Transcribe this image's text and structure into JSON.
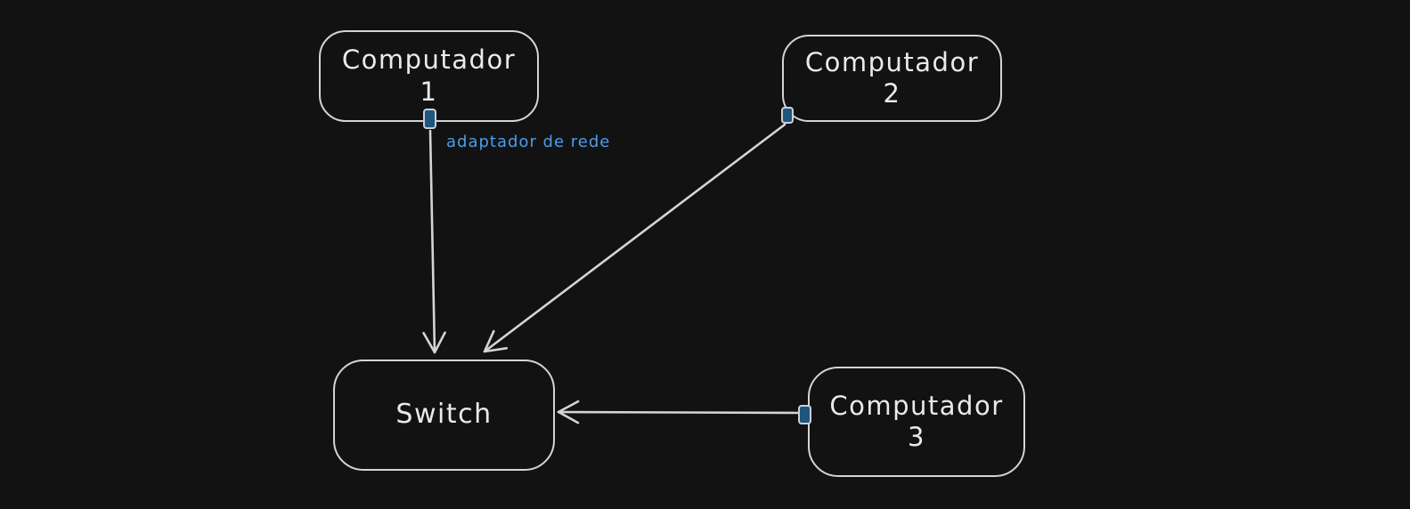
{
  "colors": {
    "background": "#121212",
    "stroke": "#d4d4d8",
    "text": "#e9e9ee",
    "annotation_blue": "#4a9eed",
    "port_fill": "#20567d",
    "port_border": "#c9d1d9"
  },
  "diagram": {
    "nodes": [
      {
        "id": "computador-1",
        "line1": "Computador",
        "line2": "1"
      },
      {
        "id": "computador-2",
        "line1": "Computador",
        "line2": "2"
      },
      {
        "id": "switch",
        "line1": "Switch",
        "line2": ""
      },
      {
        "id": "computador-3",
        "line1": "Computador",
        "line2": "3"
      }
    ],
    "edges": [
      {
        "from": "computador-1",
        "to": "switch",
        "type": "arrow"
      },
      {
        "from": "computador-2",
        "to": "switch",
        "type": "arrow"
      },
      {
        "from": "computador-3",
        "to": "switch",
        "type": "arrow"
      }
    ],
    "ports": [
      {
        "on": "computador-1"
      },
      {
        "on": "computador-2"
      },
      {
        "on": "computador-3"
      }
    ],
    "annotation": {
      "text": "adaptador de rede"
    }
  }
}
